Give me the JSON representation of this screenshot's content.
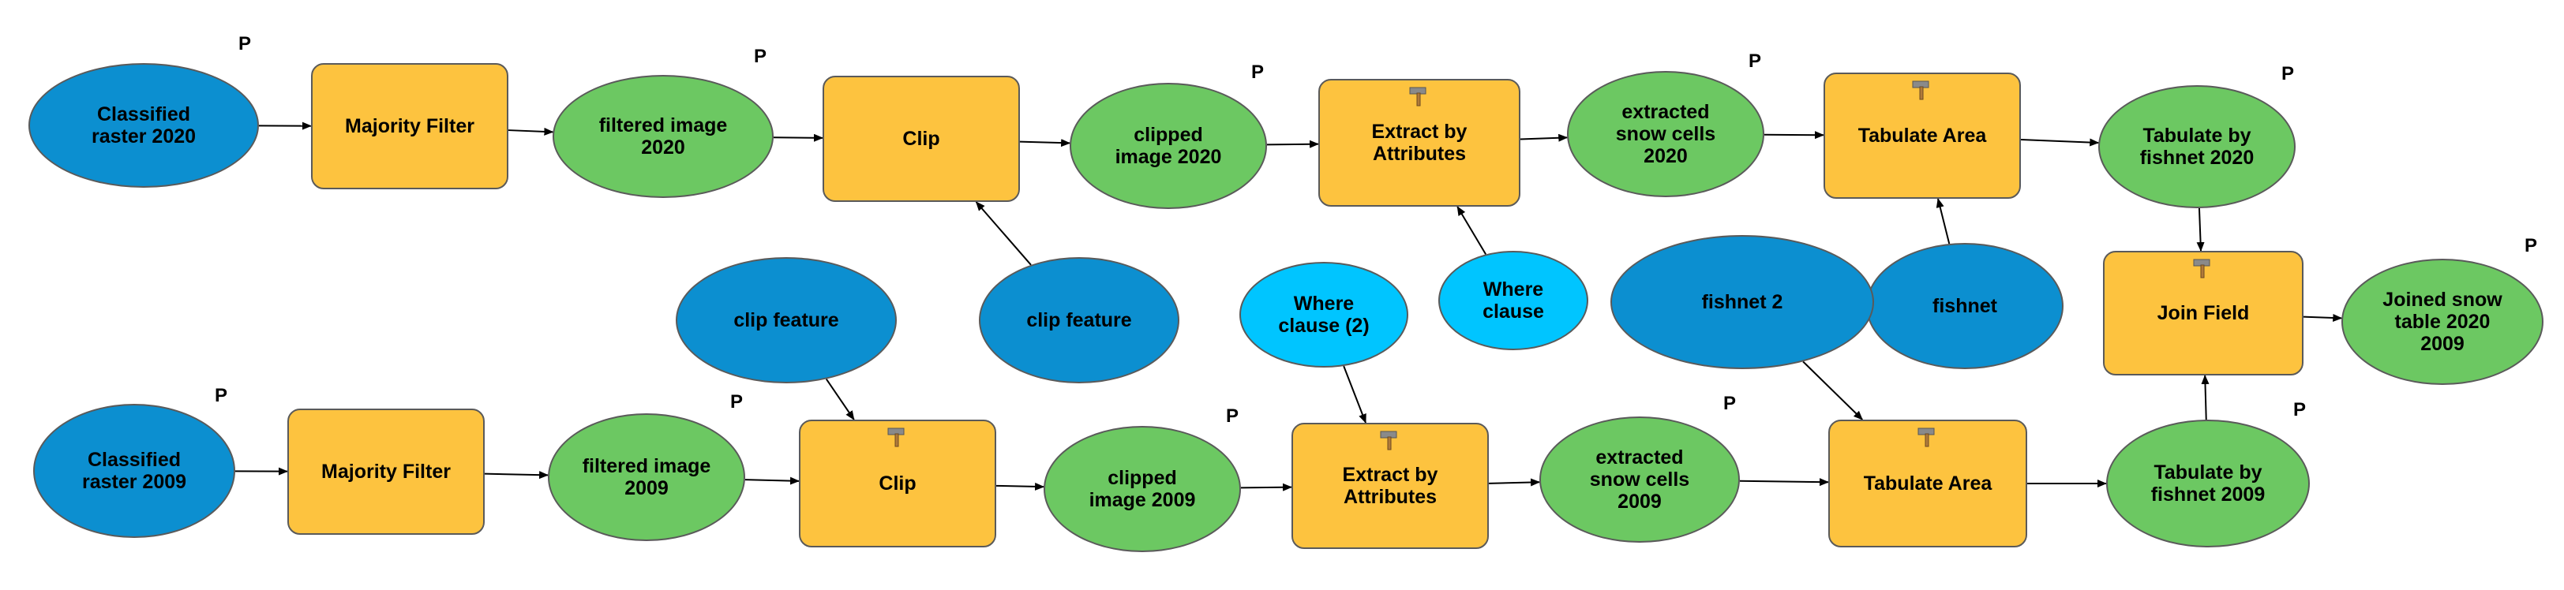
{
  "colors": {
    "input_dark_blue": "#0c8fd0",
    "input_light_blue": "#00c5ff",
    "tool_orange": "#fdc33f",
    "output_green": "#6cc862",
    "border": "#5a5a5a"
  },
  "param_marker": "P",
  "nodes": {
    "classified_2020": {
      "label": "Classified\nraster 2020"
    },
    "majority_filter_2020": {
      "label": "Majority Filter"
    },
    "filtered_2020": {
      "label": "filtered image\n2020"
    },
    "clip_2020": {
      "label": "Clip"
    },
    "clipped_2020": {
      "label": "clipped\nimage 2020"
    },
    "extract_2020": {
      "label": "Extract by\nAttributes"
    },
    "extracted_2020": {
      "label": "extracted\nsnow cells\n2020"
    },
    "tabulate_area_2020": {
      "label": "Tabulate Area"
    },
    "tabulate_fishnet_2020": {
      "label": "Tabulate by\nfishnet 2020"
    },
    "clip_feature_2020": {
      "label": "clip feature"
    },
    "where_clause_2020": {
      "label": "Where\nclause"
    },
    "fishnet": {
      "label": "fishnet"
    },
    "join_field": {
      "label": "Join Field"
    },
    "joined_table": {
      "label": "Joined snow\ntable 2020\n2009"
    },
    "clip_feature_2009": {
      "label": "clip feature"
    },
    "where_clause_2009": {
      "label": "Where\nclause (2)"
    },
    "fishnet_2": {
      "label": "fishnet 2"
    },
    "classified_2009": {
      "label": "Classified\nraster 2009"
    },
    "majority_filter_2009": {
      "label": "Majority Filter"
    },
    "filtered_2009": {
      "label": "filtered image\n2009"
    },
    "clip_2009": {
      "label": "Clip"
    },
    "clipped_2009": {
      "label": "clipped\nimage 2009"
    },
    "extract_2009": {
      "label": "Extract by\nAttributes"
    },
    "extracted_2009": {
      "label": "extracted\nsnow cells\n2009"
    },
    "tabulate_area_2009": {
      "label": "Tabulate Area"
    },
    "tabulate_fishnet_2009": {
      "label": "Tabulate by\nfishnet 2009"
    }
  },
  "edges": [
    [
      "classified_2020",
      "majority_filter_2020"
    ],
    [
      "majority_filter_2020",
      "filtered_2020"
    ],
    [
      "filtered_2020",
      "clip_2020"
    ],
    [
      "clip_feature_2020",
      "clip_2020"
    ],
    [
      "clip_2020",
      "clipped_2020"
    ],
    [
      "clipped_2020",
      "extract_2020"
    ],
    [
      "where_clause_2020",
      "extract_2020"
    ],
    [
      "extract_2020",
      "extracted_2020"
    ],
    [
      "extracted_2020",
      "tabulate_area_2020"
    ],
    [
      "fishnet",
      "tabulate_area_2020"
    ],
    [
      "tabulate_area_2020",
      "tabulate_fishnet_2020"
    ],
    [
      "tabulate_fishnet_2020",
      "join_field"
    ],
    [
      "tabulate_fishnet_2009",
      "join_field"
    ],
    [
      "join_field",
      "joined_table"
    ],
    [
      "classified_2009",
      "majority_filter_2009"
    ],
    [
      "majority_filter_2009",
      "filtered_2009"
    ],
    [
      "filtered_2009",
      "clip_2009"
    ],
    [
      "clip_feature_2009",
      "clip_2009"
    ],
    [
      "clip_2009",
      "clipped_2009"
    ],
    [
      "clipped_2009",
      "extract_2009"
    ],
    [
      "where_clause_2009",
      "extract_2009"
    ],
    [
      "extract_2009",
      "extracted_2009"
    ],
    [
      "extracted_2009",
      "tabulate_area_2009"
    ],
    [
      "fishnet_2",
      "tabulate_area_2009"
    ],
    [
      "tabulate_area_2009",
      "tabulate_fishnet_2009"
    ]
  ]
}
